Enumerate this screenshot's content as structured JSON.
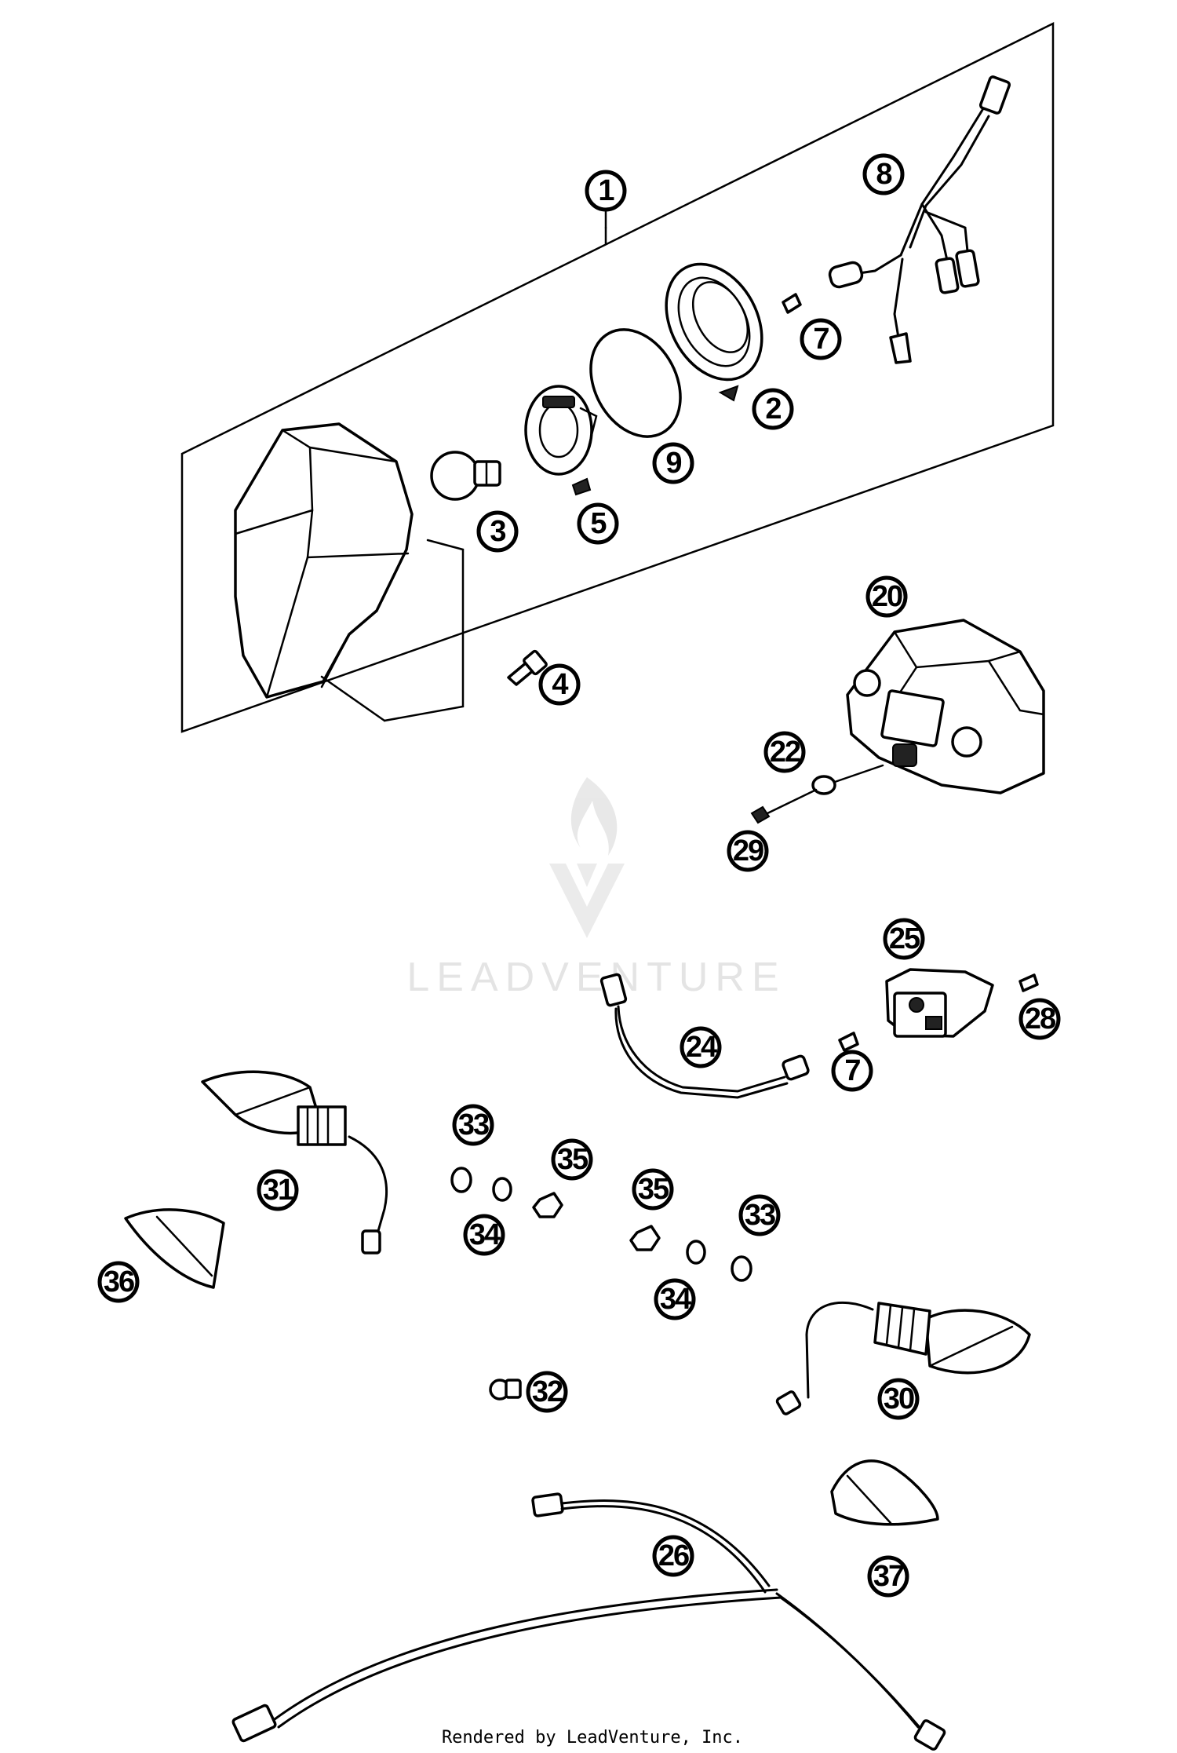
{
  "diagram": {
    "callouts": [
      "1",
      "2",
      "3",
      "4",
      "5",
      "7",
      "8",
      "9",
      "20",
      "22",
      "29",
      "24",
      "7",
      "25",
      "28",
      "31",
      "33",
      "35",
      "34",
      "36",
      "35",
      "33",
      "34",
      "32",
      "30",
      "26",
      "37"
    ]
  },
  "watermark": {
    "text": "LEADVENTURE"
  },
  "footer": {
    "text": "Rendered by LeadVenture, Inc."
  }
}
